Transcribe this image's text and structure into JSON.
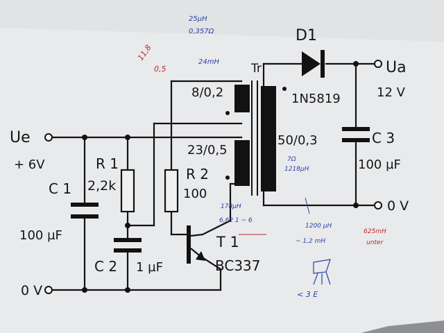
{
  "labels": {
    "tr": "Tr",
    "d1": "D1",
    "d1_part": "1N5819",
    "ua": "Ua",
    "ua_value": "12 V",
    "ue": "Ue",
    "ue_value": "+ 6V",
    "r1": "R 1",
    "r1_value": "2,2k",
    "c1": "C 1",
    "c1_value": "100 µF",
    "r2": "R 2",
    "r2_value": "100",
    "c2": "C 2",
    "c2_value": "1 µF",
    "t1": "T 1",
    "t1_part": "BC337",
    "c3": "C 3",
    "c3_value": "100 µF",
    "zero_left": "0 V",
    "zero_right": "0 V",
    "w1": "8/0,2",
    "w2": "23/0,5",
    "w3": "50/0,3"
  },
  "notes": {
    "n1": "25µH",
    "n2": "0,357Ω",
    "n3": "24mH",
    "n4": "7Ω",
    "n5": "1218µH",
    "n6": "178µH",
    "n7": "6,62 1 ~ 6",
    "n8": "1200 µH",
    "n9": "~ 1,2 mH",
    "n10": "< 3 E",
    "r1": "11,8",
    "r2": "0,5",
    "r3": "625mH",
    "r4": "unter"
  }
}
